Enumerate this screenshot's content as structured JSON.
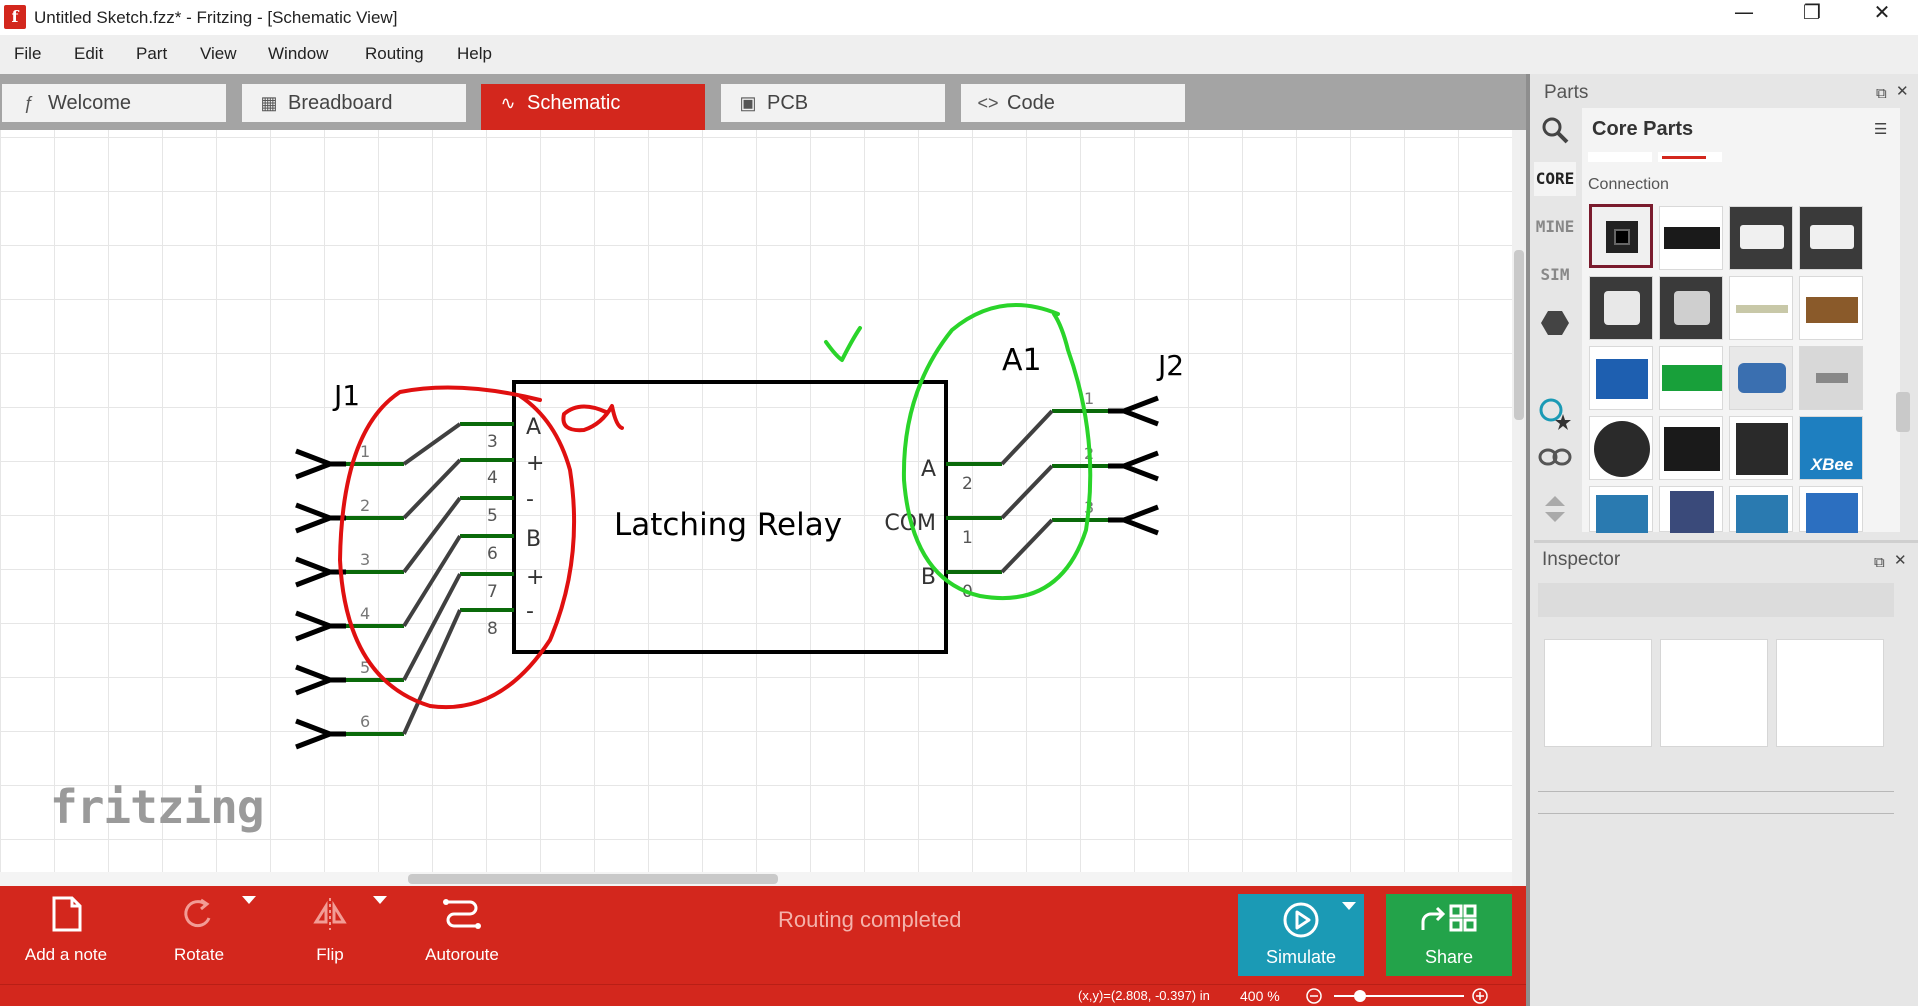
{
  "window": {
    "title": "Untitled Sketch.fzz* - Fritzing - [Schematic View]",
    "app_icon": "fritzing-f-icon",
    "controls": [
      "minimize-icon",
      "maximize-icon",
      "close-icon"
    ]
  },
  "menu": [
    "File",
    "Edit",
    "Part",
    "View",
    "Window",
    "Routing",
    "Help"
  ],
  "tabs": [
    {
      "label": "Welcome",
      "icon": "fritzing-icon"
    },
    {
      "label": "Breadboard",
      "icon": "breadboard-icon"
    },
    {
      "label": "Schematic",
      "icon": "schematic-wave-icon",
      "active": true
    },
    {
      "label": "PCB",
      "icon": "pcb-icon"
    },
    {
      "label": "Code",
      "icon": "code-brackets-icon"
    }
  ],
  "schematic": {
    "relay_label": "Latching Relay",
    "left_part": "J1",
    "right_part": "J2",
    "annotation": "A1",
    "relay_left_pins": [
      {
        "num": "3",
        "name": "A"
      },
      {
        "num": "4",
        "name": "+"
      },
      {
        "num": "5",
        "name": "-"
      },
      {
        "num": "6",
        "name": "B"
      },
      {
        "num": "7",
        "name": "+"
      },
      {
        "num": "8",
        "name": "-"
      }
    ],
    "relay_right_pins": [
      {
        "num": "2",
        "name": "A"
      },
      {
        "num": "1",
        "name": "COM"
      },
      {
        "num": "0",
        "name": "B"
      }
    ],
    "j1_pins": [
      "1",
      "2",
      "3",
      "4",
      "5",
      "6"
    ],
    "j2_pins": [
      "1",
      "2",
      "3"
    ],
    "handwritten_marks": [
      "check-mark",
      "alpha-mark",
      "red-circle",
      "green-circle"
    ]
  },
  "watermark": "fritzing",
  "toolbar": {
    "add_note": "Add a note",
    "rotate": "Rotate",
    "flip": "Flip",
    "autoroute": "Autoroute",
    "status": "Routing completed",
    "simulate": "Simulate",
    "share": "Share"
  },
  "statusbar": {
    "coords": "(x,y)=(2.808, -0.397) in",
    "zoom": "400 %"
  },
  "parts_panel": {
    "title": "Parts",
    "bin_title": "Core Parts",
    "section": "Connection",
    "bins": [
      "CORE",
      "MINE",
      "SIM"
    ],
    "search_icon": "magnifier-icon"
  },
  "inspector": {
    "title": "Inspector"
  },
  "colors": {
    "fritzing_red": "#d3271d",
    "simulate_teal": "#1b9ab5",
    "share_green": "#23a34a",
    "wire_green": "#2d8a2d",
    "pen_red": "#e01010",
    "pen_green": "#2ad42a"
  }
}
